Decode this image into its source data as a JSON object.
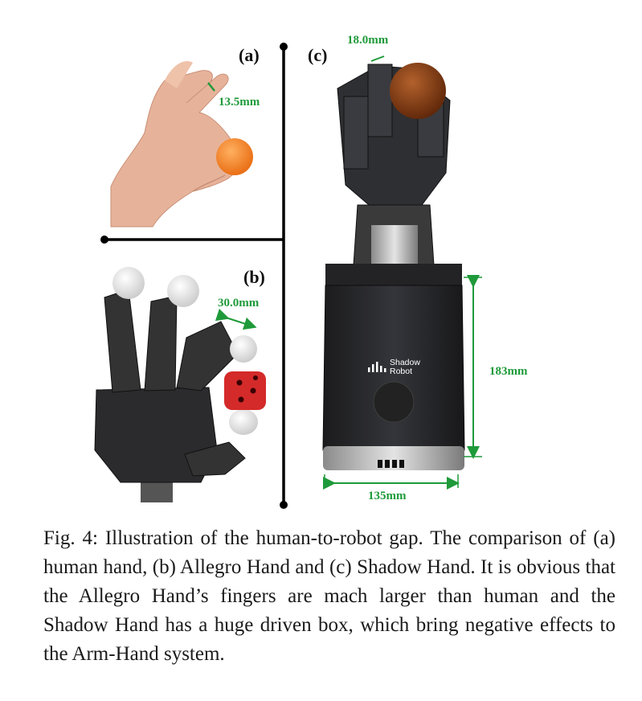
{
  "figure": {
    "panel_labels": {
      "a": "(a)",
      "b": "(b)",
      "c": "(c)"
    },
    "dimensions": {
      "human_finger": "13.5mm",
      "allegro_finger": "30.0mm",
      "shadow_finger": "18.0mm",
      "shadow_box_height": "183mm",
      "shadow_box_width": "135mm"
    },
    "logo_text": {
      "line1": "Shadow",
      "line2": "Robot"
    },
    "colors": {
      "dimension_green": "#1f9a3a",
      "skin": "#e8b49a",
      "orange_ball": "#f47b20",
      "dice_red": "#d42a2a",
      "robot_dark": "#2a2a2a",
      "wood_ball": "#8a3c14"
    }
  },
  "caption": {
    "text": "Fig. 4: Illustration of the human-to-robot gap. The comparison of (a) human hand, (b) Allegro Hand and (c) Shadow Hand. It is obvious that the Allegro Hand’s fingers are mach larger than human and the Shadow Hand has a huge driven box, which bring negative effects to the Arm-Hand system."
  }
}
